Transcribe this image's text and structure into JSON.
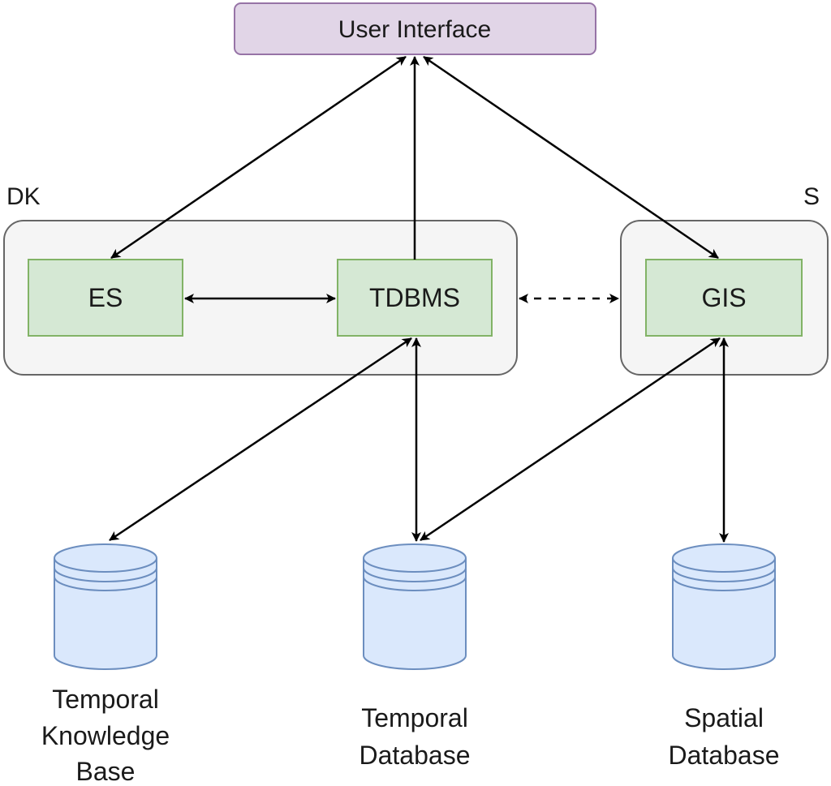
{
  "diagram": {
    "nodes": {
      "ui": {
        "label": "User Interface",
        "fill": "#e1d5e7",
        "stroke": "#9673a6"
      },
      "es": {
        "label": "ES",
        "fill": "#d5e8d4",
        "stroke": "#82b366"
      },
      "tdbms": {
        "label": "TDBMS",
        "fill": "#d5e8d4",
        "stroke": "#82b366"
      },
      "gis": {
        "label": "GIS",
        "fill": "#d5e8d4",
        "stroke": "#82b366"
      },
      "tkb": {
        "label_lines": [
          "Temporal",
          "Knowledge",
          "Base"
        ],
        "fill": "#dae8fc",
        "stroke": "#6c8ebf"
      },
      "tdb": {
        "label_lines": [
          "Temporal",
          "Database"
        ],
        "fill": "#dae8fc",
        "stroke": "#6c8ebf"
      },
      "sdb": {
        "label_lines": [
          "Spatial",
          "Database"
        ],
        "fill": "#dae8fc",
        "stroke": "#6c8ebf"
      }
    },
    "groups": {
      "dk": {
        "label": "DK",
        "fill": "#f5f5f5",
        "stroke": "#666666"
      },
      "s": {
        "label": "S",
        "fill": "#f5f5f5",
        "stroke": "#666666"
      }
    },
    "edges": [
      {
        "from": "ui",
        "to": "es",
        "style": "bidirectional"
      },
      {
        "from": "tdbms",
        "to": "ui",
        "style": "directed"
      },
      {
        "from": "ui",
        "to": "gis",
        "style": "bidirectional"
      },
      {
        "from": "es",
        "to": "tdbms",
        "style": "bidirectional"
      },
      {
        "from": "tdbms",
        "to": "gis",
        "style": "bidirectional-dashed"
      },
      {
        "from": "tdbms",
        "to": "tkb",
        "style": "bidirectional"
      },
      {
        "from": "tdbms",
        "to": "tdb",
        "style": "bidirectional"
      },
      {
        "from": "gis",
        "to": "tdb",
        "style": "bidirectional"
      },
      {
        "from": "gis",
        "to": "sdb",
        "style": "bidirectional"
      }
    ]
  }
}
